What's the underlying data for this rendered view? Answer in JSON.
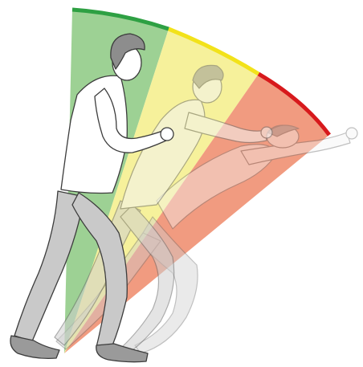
{
  "illustration": {
    "subject": "person-leaning-forward-posture-range",
    "zones": [
      {
        "id": "green",
        "level": "safe",
        "color": "#8cc981",
        "arc_color": "#2ea043"
      },
      {
        "id": "yellow",
        "level": "caution",
        "color": "#f5ee8a",
        "arc_color": "#f2e21a"
      },
      {
        "id": "red",
        "level": "risk",
        "color": "#ef8a6a",
        "arc_color": "#d7191c"
      }
    ],
    "figures": [
      {
        "id": "upright",
        "opacity": 1.0
      },
      {
        "id": "moderate-lean",
        "opacity": 0.55
      },
      {
        "id": "deep-lean",
        "opacity": 0.4
      }
    ],
    "colors": {
      "shirt": "#ffffff",
      "pants": "#c9c9c9",
      "skin": "#ffffff",
      "hair": "#8d8d8d",
      "outline": "#3c3c3c",
      "shoe": "#9a9a9a"
    }
  }
}
